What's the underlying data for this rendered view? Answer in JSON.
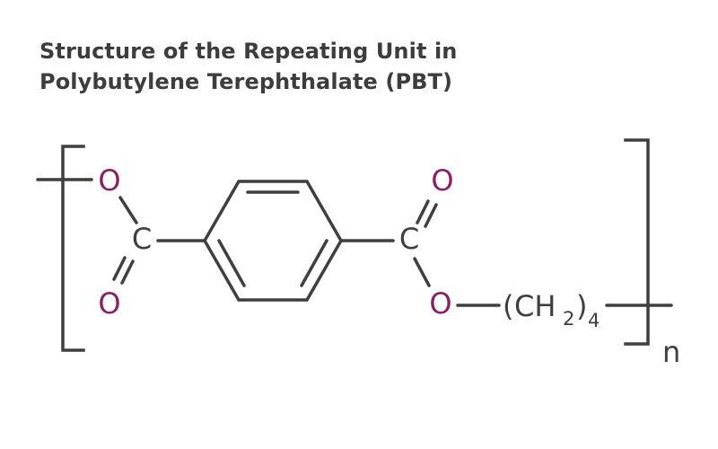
{
  "title": {
    "line1": "Structure of the Repeating Unit in",
    "line2": "Polybutylene Terephthalate (PBT)"
  },
  "atoms": {
    "oxygen": "O",
    "carbon": "C"
  },
  "chain": {
    "open_paren": "(",
    "ch": "CH",
    "h_subscript": "2",
    "close_paren": ")",
    "count_subscript": "4"
  },
  "repeat_subscript": "n",
  "colors": {
    "oxygen": "#8a1d64",
    "bond": "#3f3f3f",
    "title": "#3d3d3d"
  }
}
